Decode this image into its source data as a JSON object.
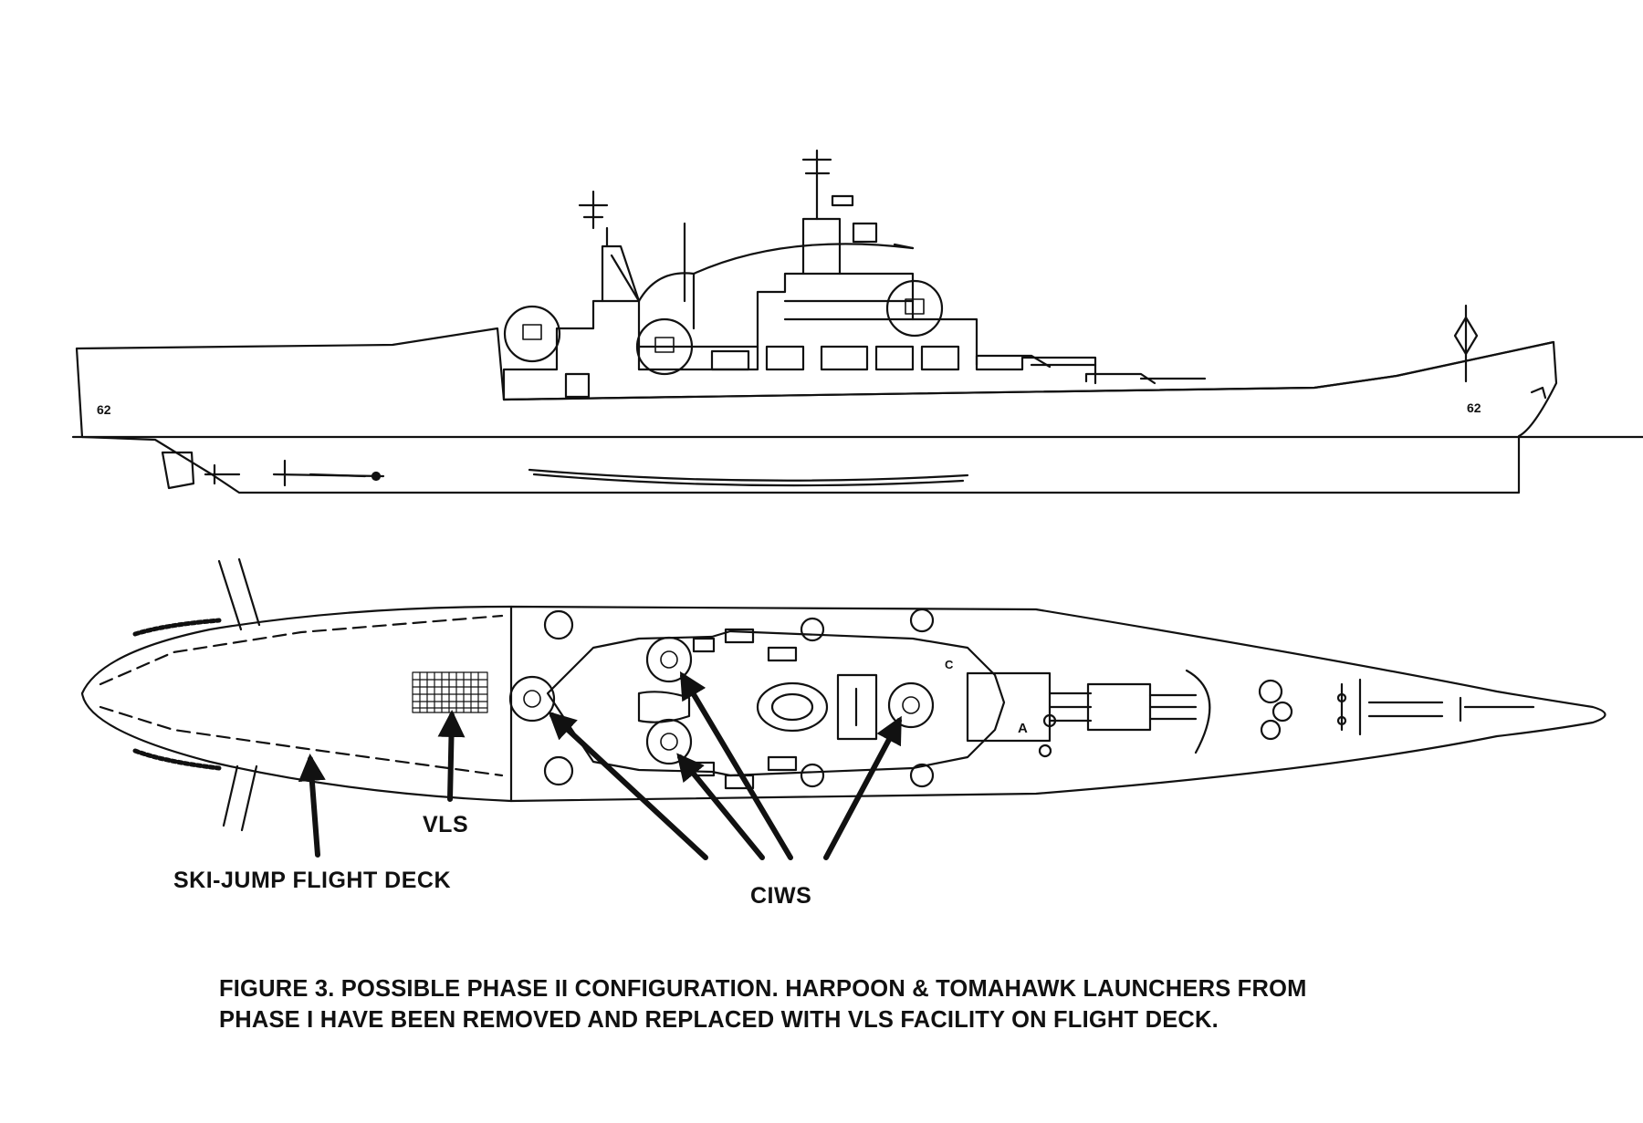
{
  "profile_view": {
    "hull_number_aft": "62",
    "hull_number_bow": "62"
  },
  "plan_view": {
    "turret_marker_a": "A",
    "turret_marker_c": "C"
  },
  "callouts": {
    "ski_jump": "SKI-JUMP FLIGHT DECK",
    "vls": "VLS",
    "ciws": "CIWS"
  },
  "caption": {
    "line1": "FIGURE 3.  POSSIBLE PHASE II CONFIGURATION.  HARPOON & TOMAHAWK LAUNCHERS FROM",
    "line2": "PHASE I HAVE BEEN REMOVED AND REPLACED WITH VLS FACILITY ON FLIGHT DECK."
  },
  "colors": {
    "ink": "#111111",
    "paper": "#ffffff"
  }
}
